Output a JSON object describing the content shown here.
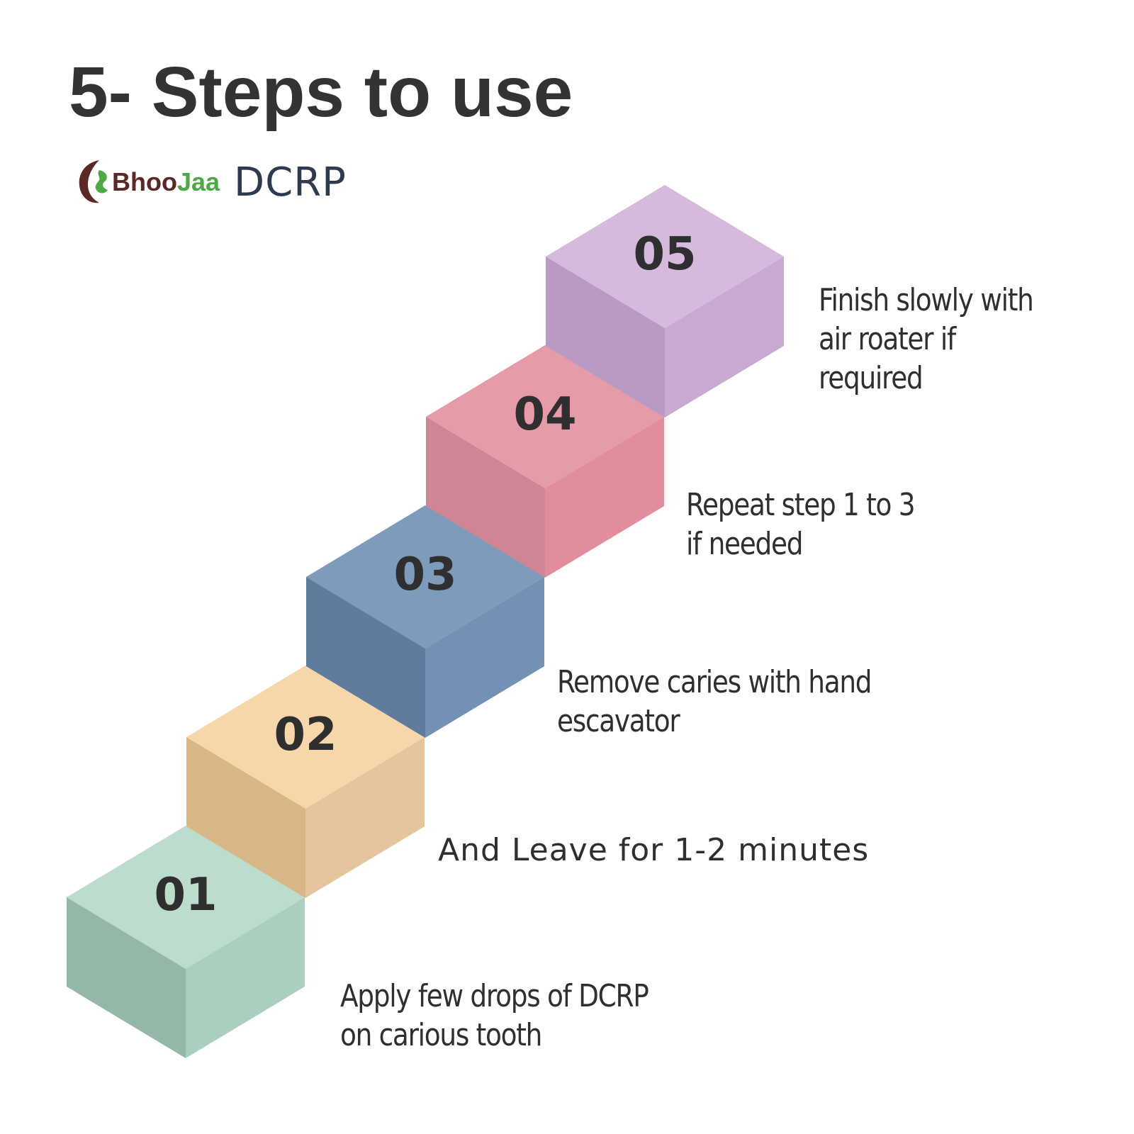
{
  "title": "5- Steps to use",
  "brand": {
    "name_part1": "Bhoo",
    "name_part2": "Jaa",
    "product": "DCRP",
    "logo_icon": "bhoojaa-logo-icon",
    "colors": {
      "bhoo": "#5d2726",
      "jaa": "#4caa45",
      "product": "#2e3a4d"
    }
  },
  "steps": [
    {
      "number": "01",
      "lines": [
        "Apply few drops of DCRP",
        "on carious tooth"
      ],
      "colors": {
        "top": "#bcdccc",
        "left": "#94b8a6",
        "right": "#aacfbe"
      }
    },
    {
      "number": "02",
      "lines": [
        "And Leave for 1-2 minutes"
      ],
      "colors": {
        "top": "#f7d7aa",
        "left": "#d9b688",
        "right": "#e4c59c"
      }
    },
    {
      "number": "03",
      "lines": [
        "Remove caries with hand",
        "escavator"
      ],
      "colors": {
        "top": "#7d9bbb",
        "left": "#5f7b9d",
        "right": "#7391b5"
      }
    },
    {
      "number": "04",
      "lines": [
        "Repeat step 1 to 3",
        "if needed"
      ],
      "colors": {
        "top": "#e69ba8",
        "left": "#cf8593",
        "right": "#e18d9c"
      }
    },
    {
      "number": "05",
      "lines": [
        "Finish slowly with",
        "air roater if",
        "required"
      ],
      "colors": {
        "top": "#d6badd",
        "left": "#b99ac2",
        "right": "#c8a9d1"
      }
    }
  ]
}
